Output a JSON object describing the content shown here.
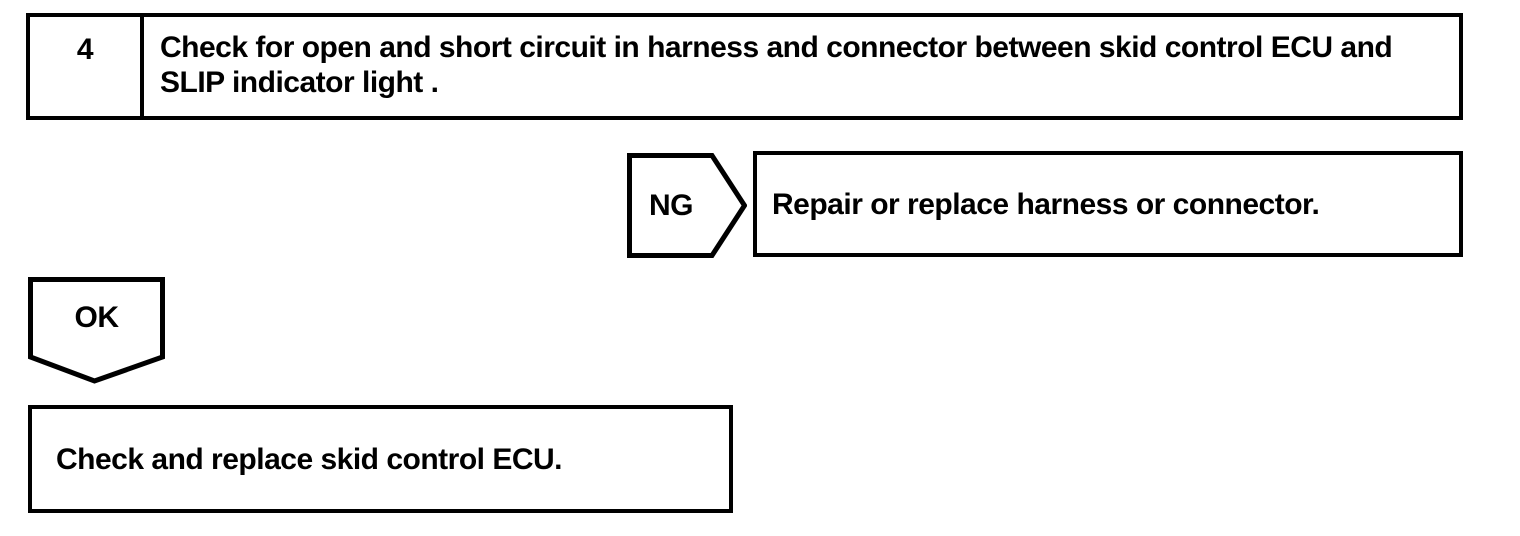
{
  "flowchart": {
    "step": {
      "number": "4",
      "instruction": "Check for open and short circuit in harness and connector between skid control ECU and SLIP indicator light ."
    },
    "ng_branch": {
      "label": "NG",
      "action": "Repair or replace harness or connector."
    },
    "ok_branch": {
      "label": "OK",
      "action": "Check and replace skid control ECU."
    },
    "colors": {
      "line": "#000000",
      "background": "#ffffff"
    }
  }
}
